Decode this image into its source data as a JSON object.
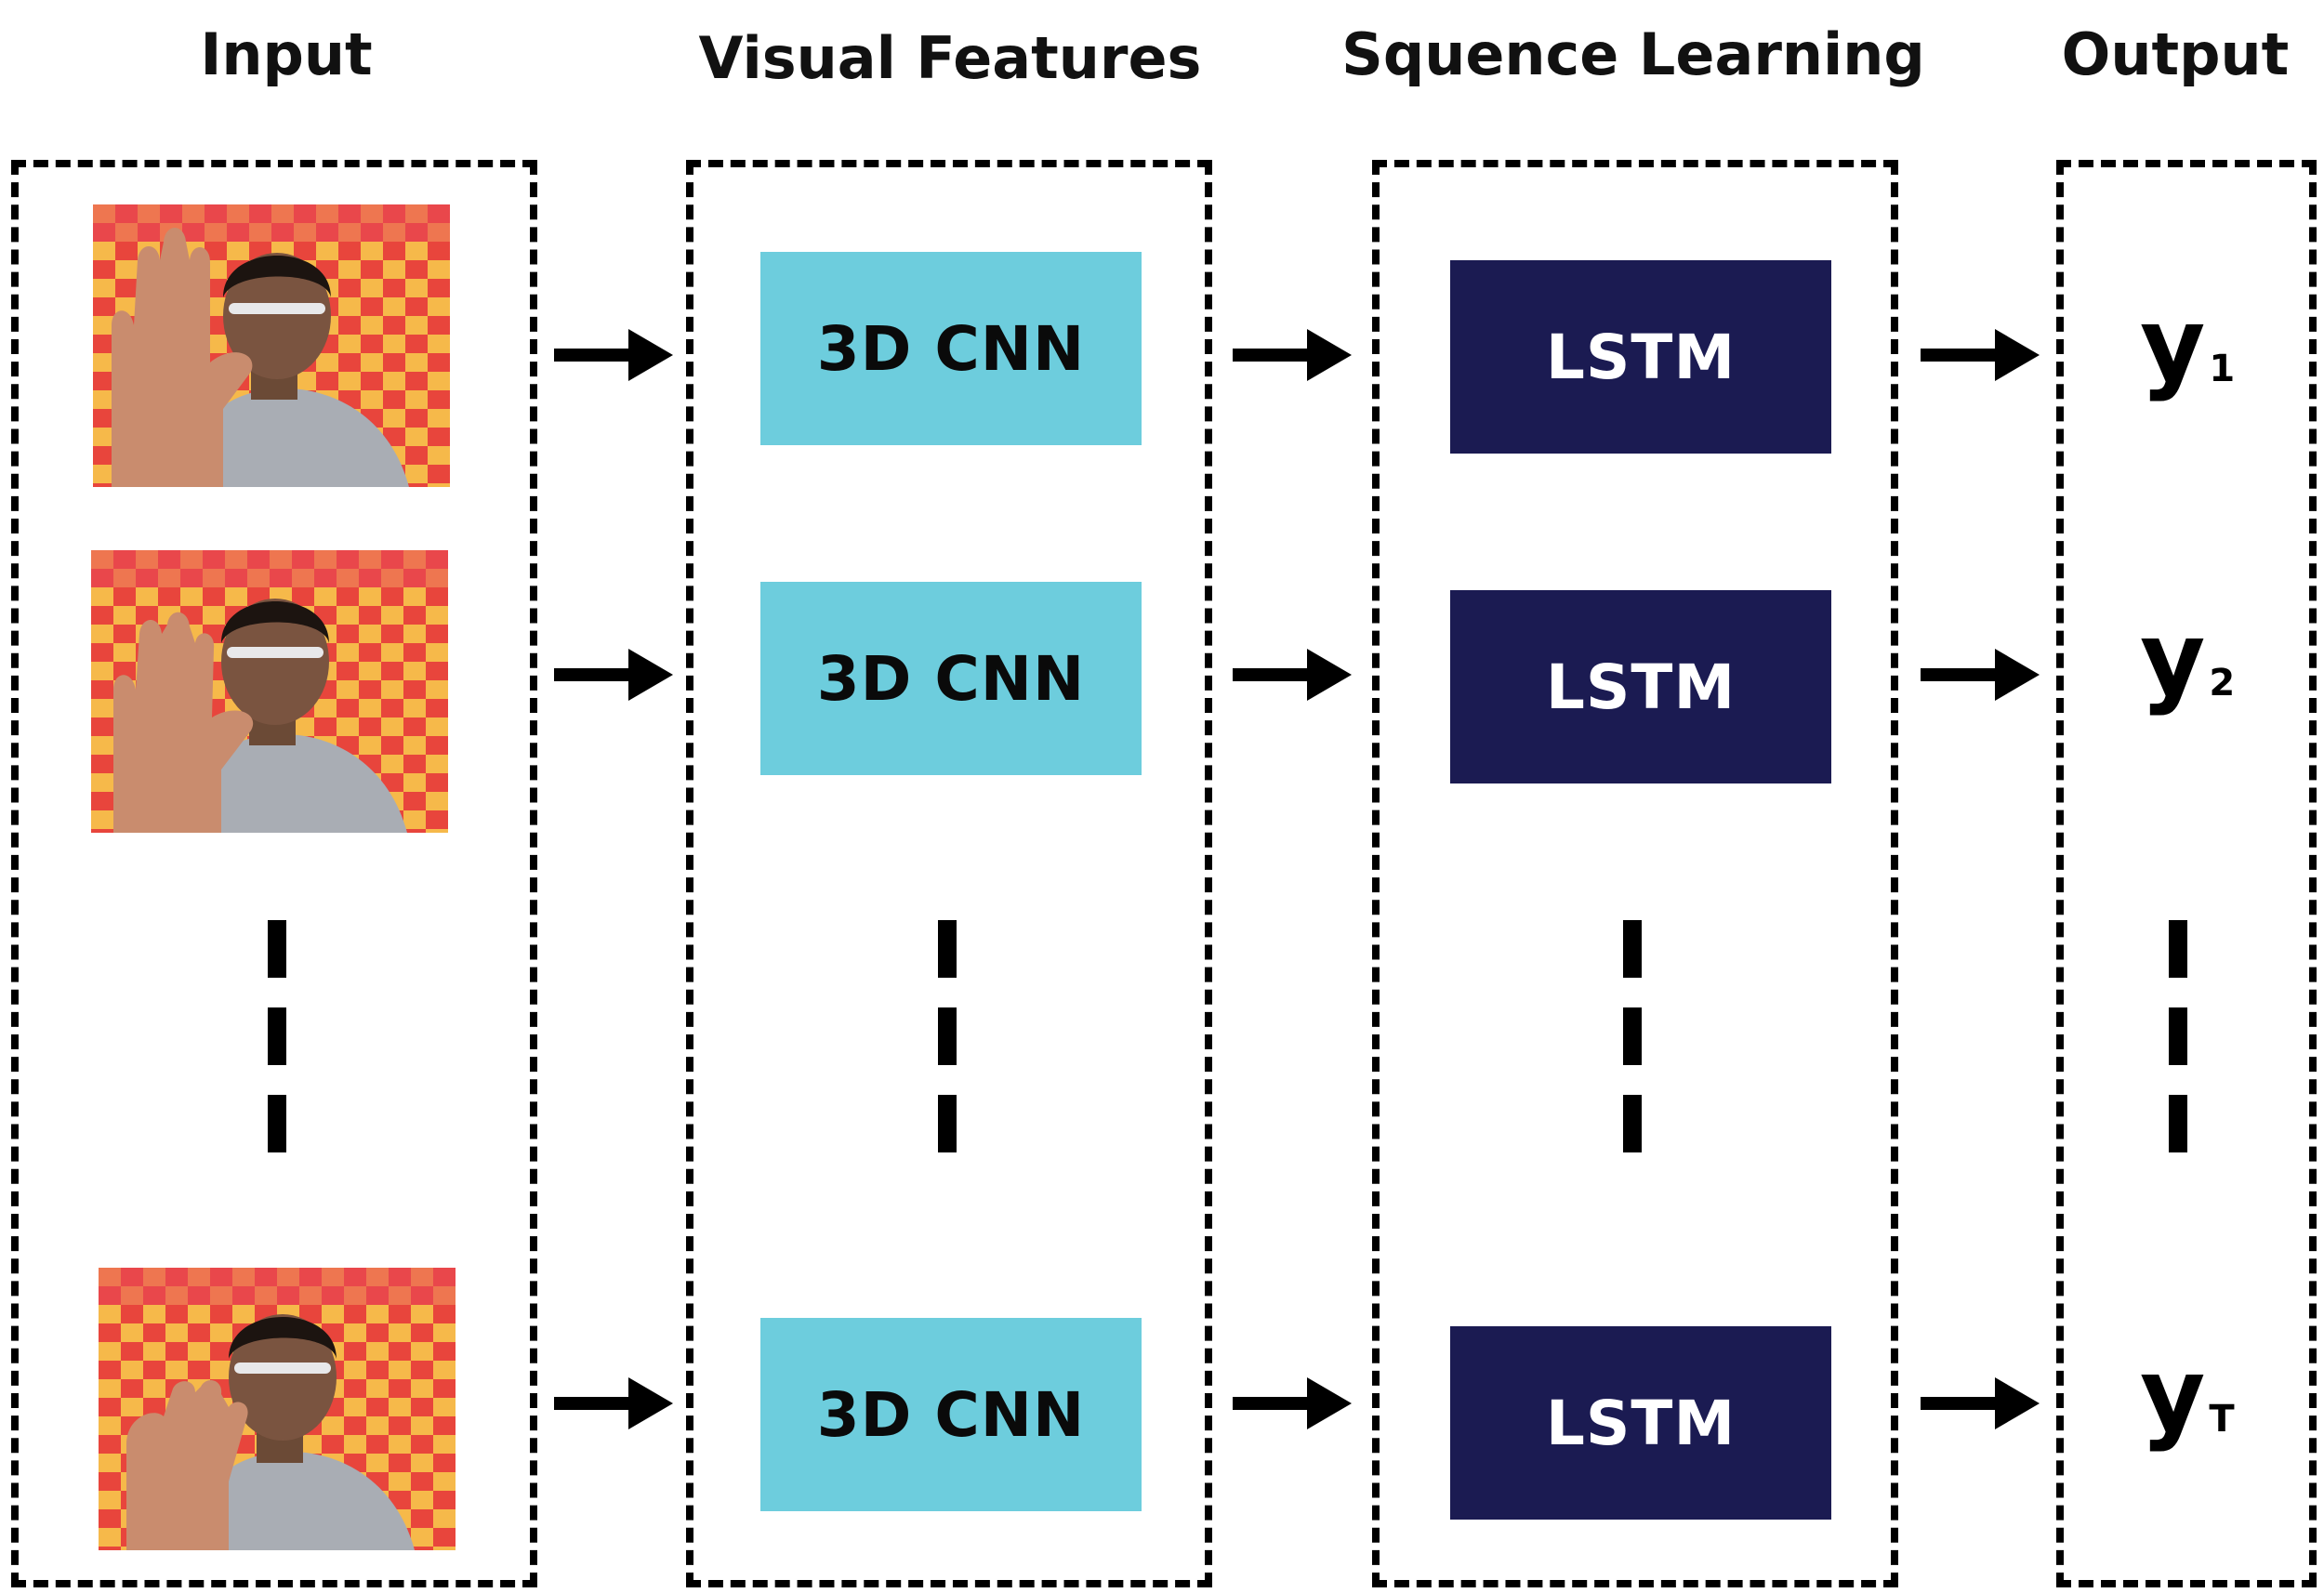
{
  "columns": {
    "input": {
      "title": "Input"
    },
    "visual_features": {
      "title": "Visual Features"
    },
    "sequence_learning": {
      "title": "Squence Learning"
    },
    "output": {
      "title": "Output"
    }
  },
  "rows": [
    {
      "feature_block": "3D CNN",
      "sequence_block": "LSTM",
      "output_var": "y",
      "output_sub": "1"
    },
    {
      "feature_block": "3D CNN",
      "sequence_block": "LSTM",
      "output_var": "y",
      "output_sub": "2"
    },
    {
      "feature_block": "3D CNN",
      "sequence_block": "LSTM",
      "output_var": "y",
      "output_sub": "T"
    }
  ],
  "colors": {
    "cnn_block": "#6dcddd",
    "lstm_block": "#1b1b52",
    "panel_border": "#000000"
  },
  "icons": {
    "arrow": "right-arrow-icon",
    "ellipsis": "vertical-ellipsis-icon"
  }
}
